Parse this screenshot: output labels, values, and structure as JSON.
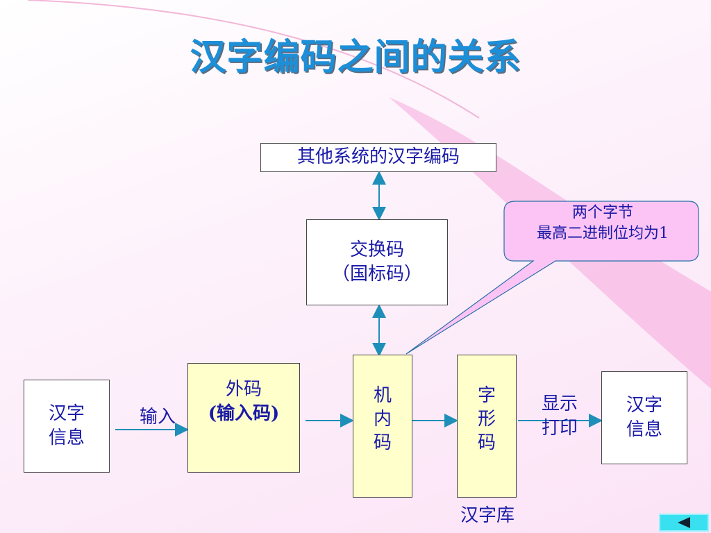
{
  "slide": {
    "title": "汉字编码之间的关系",
    "other_systems": "其他系统的汉字编码",
    "exchange_code": [
      "交换码",
      "（国标码）"
    ],
    "callout": [
      "两个字节",
      "最高二进制位均为1"
    ],
    "source_info": [
      "汉字",
      "信息"
    ],
    "input_label": "输入",
    "external_code": [
      "外码",
      "(输入码)"
    ],
    "internal_code": [
      "机",
      "内",
      "码"
    ],
    "glyph_code": [
      "字",
      "形",
      "码"
    ],
    "display_label": [
      "显示",
      "打印"
    ],
    "target_info": [
      "汉字",
      "信息"
    ],
    "font_library": "汉字库"
  },
  "colors": {
    "text": "#1a1aa8",
    "title": "#1d8fd8",
    "arrow": "#1e8fb8",
    "yellow_fill": "#ffffcc",
    "callout_fill": "#fcc4f4"
  },
  "icons": {
    "nav_prev": "left-triangle-icon"
  }
}
